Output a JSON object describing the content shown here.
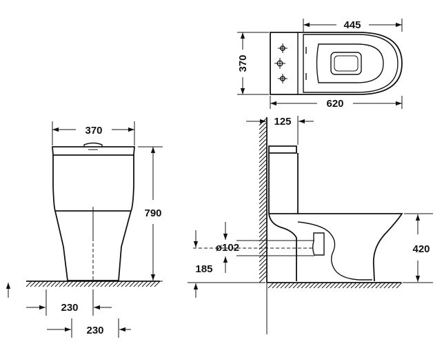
{
  "dimensions": {
    "top_width": "445",
    "top_depth": "370",
    "top_length": "620",
    "front_width": "370",
    "front_height": "790",
    "front_base_inner": "230",
    "front_base_outer": "230",
    "side_wall_offset": "125",
    "side_outlet_diameter": "ø102",
    "side_outlet_height": "185",
    "side_pan_height": "420"
  }
}
